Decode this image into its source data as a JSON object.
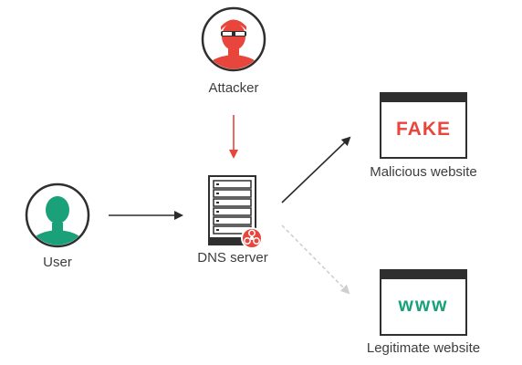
{
  "colors": {
    "attacker": "#e8453c",
    "user": "#1aa179",
    "malicious_text": "#e8453c",
    "legit_text": "#1aa179",
    "dark": "#2f2f2f",
    "arrow": "#2b2b2b",
    "faded_arrow": "#cfcfcf",
    "alert": "#e8453c"
  },
  "nodes": {
    "attacker": {
      "label": "Attacker",
      "icon": "attacker-avatar-icon"
    },
    "user": {
      "label": "User",
      "icon": "user-avatar-icon"
    },
    "dns_server": {
      "label": "DNS server",
      "icon": "server-rack-icon",
      "badge_icon": "biohazard-icon"
    },
    "malicious_site": {
      "label": "Malicious website",
      "screen_text": "FAKE",
      "icon": "browser-window-icon"
    },
    "legit_site": {
      "label": "Legitimate website",
      "screen_text": "www",
      "icon": "browser-window-icon"
    }
  }
}
